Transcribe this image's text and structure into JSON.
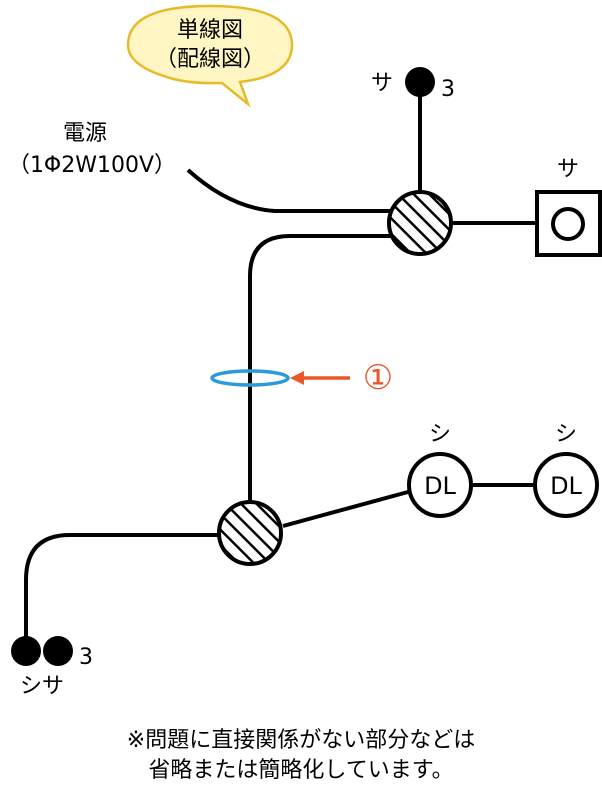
{
  "callout": {
    "line1": "単線図",
    "line2": "（配線図）",
    "fill": "#fff6c4",
    "stroke": "#e6bb2a"
  },
  "power_source": {
    "line1": "電源",
    "line2": "（1Φ2W100V）"
  },
  "switch_top": {
    "label": "サ",
    "count": "3"
  },
  "outlet_right": {
    "label": "サ"
  },
  "marker": {
    "number": "①",
    "color": "#e8582a",
    "ring_color": "#2a9ad8"
  },
  "downlight_1": {
    "label": "シ",
    "text": "DL"
  },
  "downlight_2": {
    "label": "シ",
    "text": "DL"
  },
  "switch_bottom": {
    "label": "シサ",
    "count": "3"
  },
  "note": {
    "line1": "※問題に直接関係がない部分などは",
    "line2": "省略または簡略化しています。"
  }
}
